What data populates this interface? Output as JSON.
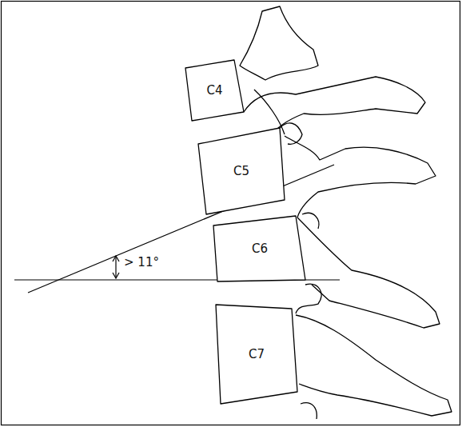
{
  "diagram": {
    "nodes": [
      {
        "text": [
          "C4"
        ]
      },
      {
        "text": [
          "C5"
        ]
      },
      {
        "text": [
          "C6"
        ]
      },
      {
        "text": [
          "C7"
        ]
      }
    ],
    "labels": [
      "> 11°"
    ]
  }
}
